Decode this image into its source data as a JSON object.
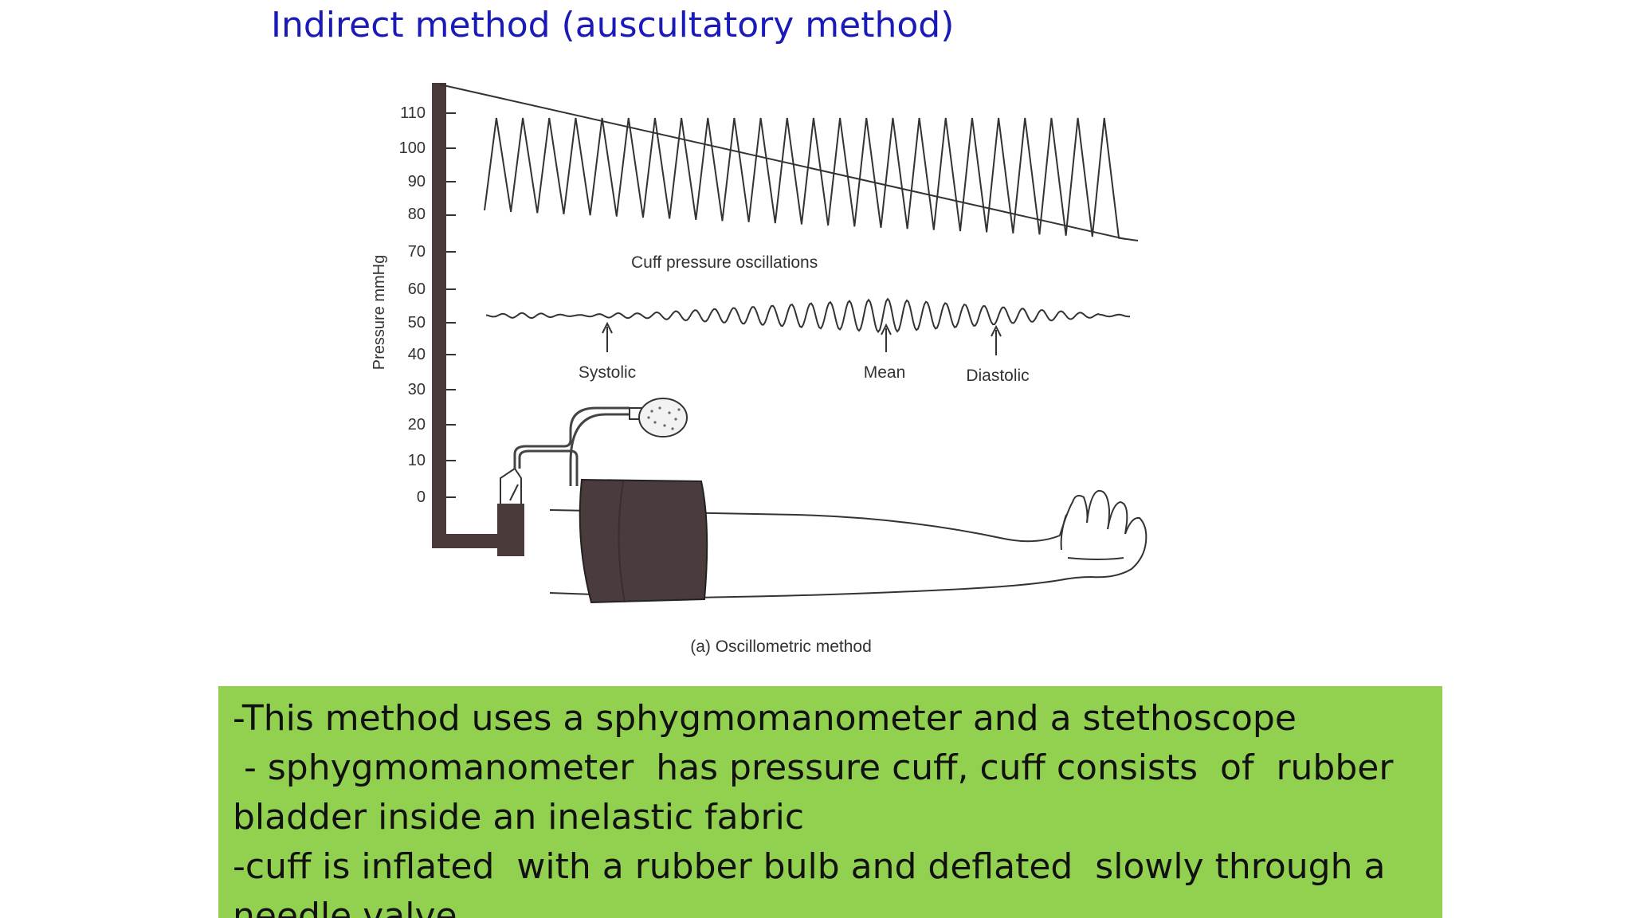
{
  "slide": {
    "title": "Indirect method (auscultatory method)"
  },
  "figure": {
    "y_axis_label": "Pressure mmHg",
    "y_ticks": [
      "110",
      "100",
      "90",
      "80",
      "70",
      "60",
      "50",
      "40",
      "30",
      "20",
      "10",
      "0"
    ],
    "trace_label": "Cuff pressure oscillations",
    "markers": {
      "systolic": "Systolic",
      "mean": "Mean",
      "diastolic": "Diastolic"
    },
    "caption": "(a) Oscillometric method"
  },
  "notes": {
    "background": "#92d050",
    "lines": [
      "-This method uses a sphygmomanometer and a stethoscope",
      " - sphygmomanometer  has pressure cuff, cuff consists  of  rubber",
      "bladder inside an inelastic fabric",
      "-cuff is inflated  with a rubber bulb and deflated  slowly through a",
      "needle valve"
    ]
  }
}
